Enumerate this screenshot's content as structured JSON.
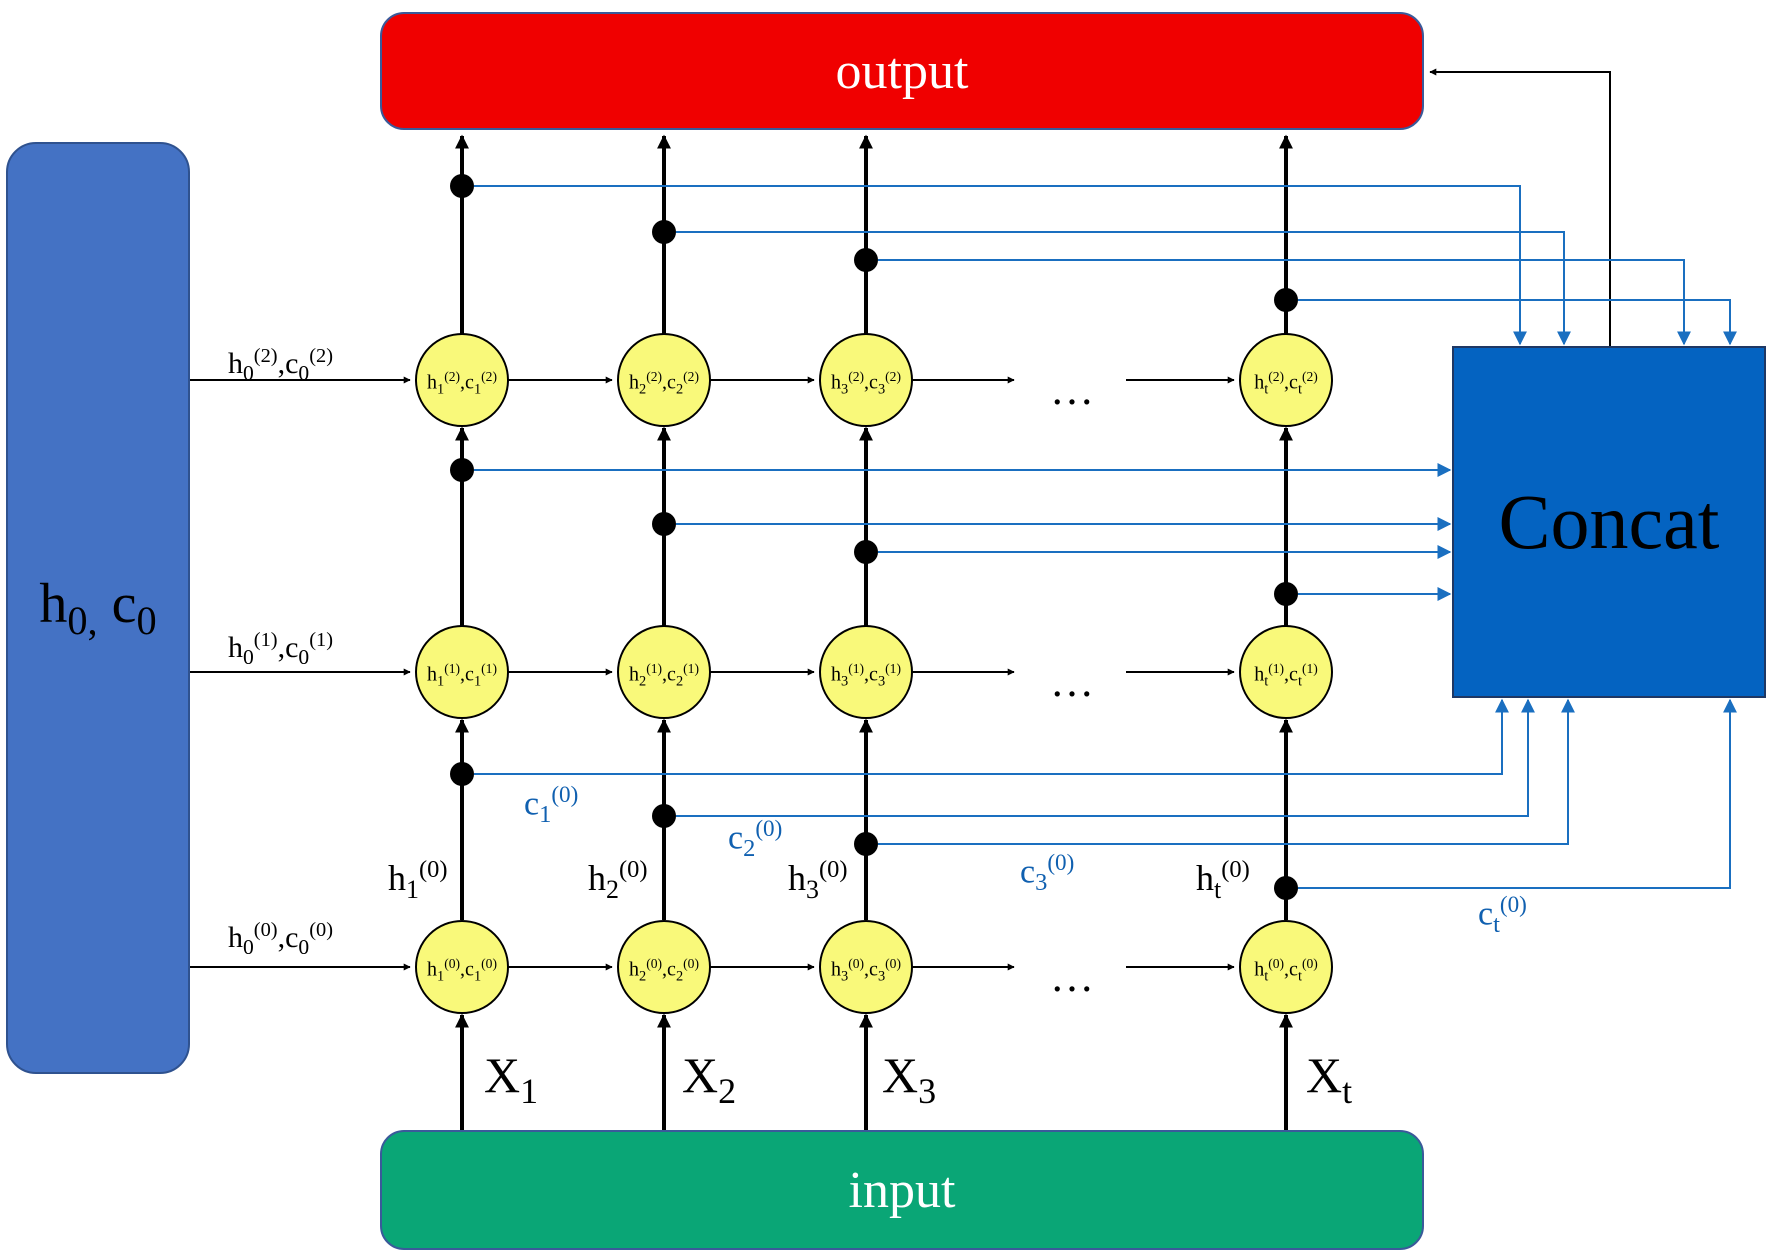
{
  "boxes": {
    "output": "output",
    "input": "input",
    "concat": "Concat",
    "init_h": "h",
    "init_h_sub": "0,",
    "init_c": " c",
    "init_c_sub": "0"
  },
  "colors": {
    "output": "#f00000",
    "input": "#0aa676",
    "init": "#4472c4",
    "concat": "#0463c1",
    "node": "#f9f97a",
    "blue_line": "#1a6fc0"
  },
  "dots": "…",
  "layer_inputs": [
    {
      "h": "h",
      "h_sub": "0",
      "h_sup": "(2)",
      "c": ",c",
      "c_sub": "0",
      "c_sup": "(2)"
    },
    {
      "h": "h",
      "h_sub": "0",
      "h_sup": "(1)",
      "c": ",c",
      "c_sub": "0",
      "c_sup": "(1)"
    },
    {
      "h": "h",
      "h_sub": "0",
      "h_sup": "(0)",
      "c": ",c",
      "c_sub": "0",
      "c_sup": "(0)"
    }
  ],
  "nodes": [
    [
      {
        "h": "h",
        "sub": "1",
        "sup": "(2)",
        "c": ",c"
      },
      {
        "h": "h",
        "sub": "2",
        "sup": "(2)",
        "c": ",c"
      },
      {
        "h": "h",
        "sub": "3",
        "sup": "(2)",
        "c": ",c"
      },
      {
        "h": "h",
        "sub": "t",
        "sup": "(2)",
        "c": ",c"
      }
    ],
    [
      {
        "h": "h",
        "sub": "1",
        "sup": "(1)",
        "c": ",c"
      },
      {
        "h": "h",
        "sub": "2",
        "sup": "(1)",
        "c": ",c"
      },
      {
        "h": "h",
        "sub": "3",
        "sup": "(1)",
        "c": ",c"
      },
      {
        "h": "h",
        "sub": "t",
        "sup": "(1)",
        "c": ",c"
      }
    ],
    [
      {
        "h": "h",
        "sub": "1",
        "sup": "(0)",
        "c": ",c"
      },
      {
        "h": "h",
        "sub": "2",
        "sup": "(0)",
        "c": ",c"
      },
      {
        "h": "h",
        "sub": "3",
        "sup": "(0)",
        "c": ",c"
      },
      {
        "h": "h",
        "sub": "t",
        "sup": "(0)",
        "c": ",c"
      }
    ]
  ],
  "h_outputs": [
    {
      "h": "h",
      "sub": "1",
      "sup": "(0)"
    },
    {
      "h": "h",
      "sub": "2",
      "sup": "(0)"
    },
    {
      "h": "h",
      "sub": "3",
      "sup": "(0)"
    },
    {
      "h": "h",
      "sub": "t",
      "sup": "(0)"
    }
  ],
  "c_outputs": [
    {
      "c": "c",
      "sub": "1",
      "sup": "(0)"
    },
    {
      "c": "c",
      "sub": "2",
      "sup": "(0)"
    },
    {
      "c": "c",
      "sub": "3",
      "sup": "(0)"
    },
    {
      "c": "c",
      "sub": "t",
      "sup": "(0)"
    }
  ],
  "x_inputs": [
    {
      "x": "X",
      "sub": "1"
    },
    {
      "x": "X",
      "sub": "2"
    },
    {
      "x": "X",
      "sub": "3"
    },
    {
      "x": "X",
      "sub": "t"
    }
  ]
}
